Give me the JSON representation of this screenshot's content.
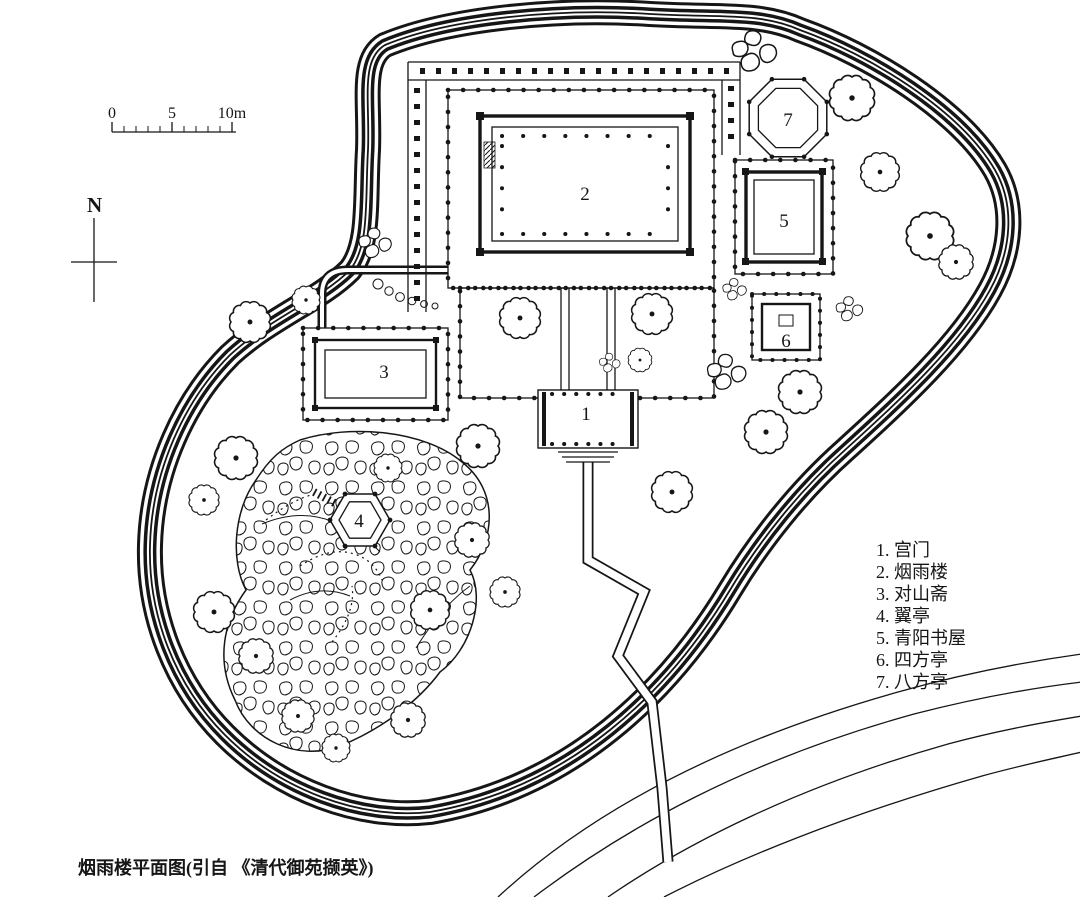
{
  "figure": {
    "caption": "烟雨楼平面图(引自 《清代御苑撷英》)"
  },
  "compass": {
    "label": "N"
  },
  "scale_bar": {
    "labels": [
      "0",
      "5",
      "10m"
    ]
  },
  "legend": {
    "items": [
      "1. 宫门",
      "2. 烟雨楼",
      "3. 对山斋",
      "4. 翼亭",
      "5. 青阳书屋",
      "6. 四方亭",
      "7. 八方亭"
    ]
  },
  "plan": {
    "building_numbers": [
      "1",
      "2",
      "3",
      "4",
      "5",
      "6",
      "7"
    ]
  },
  "colors": {
    "ink": "#161616",
    "paper": "#ffffff"
  }
}
